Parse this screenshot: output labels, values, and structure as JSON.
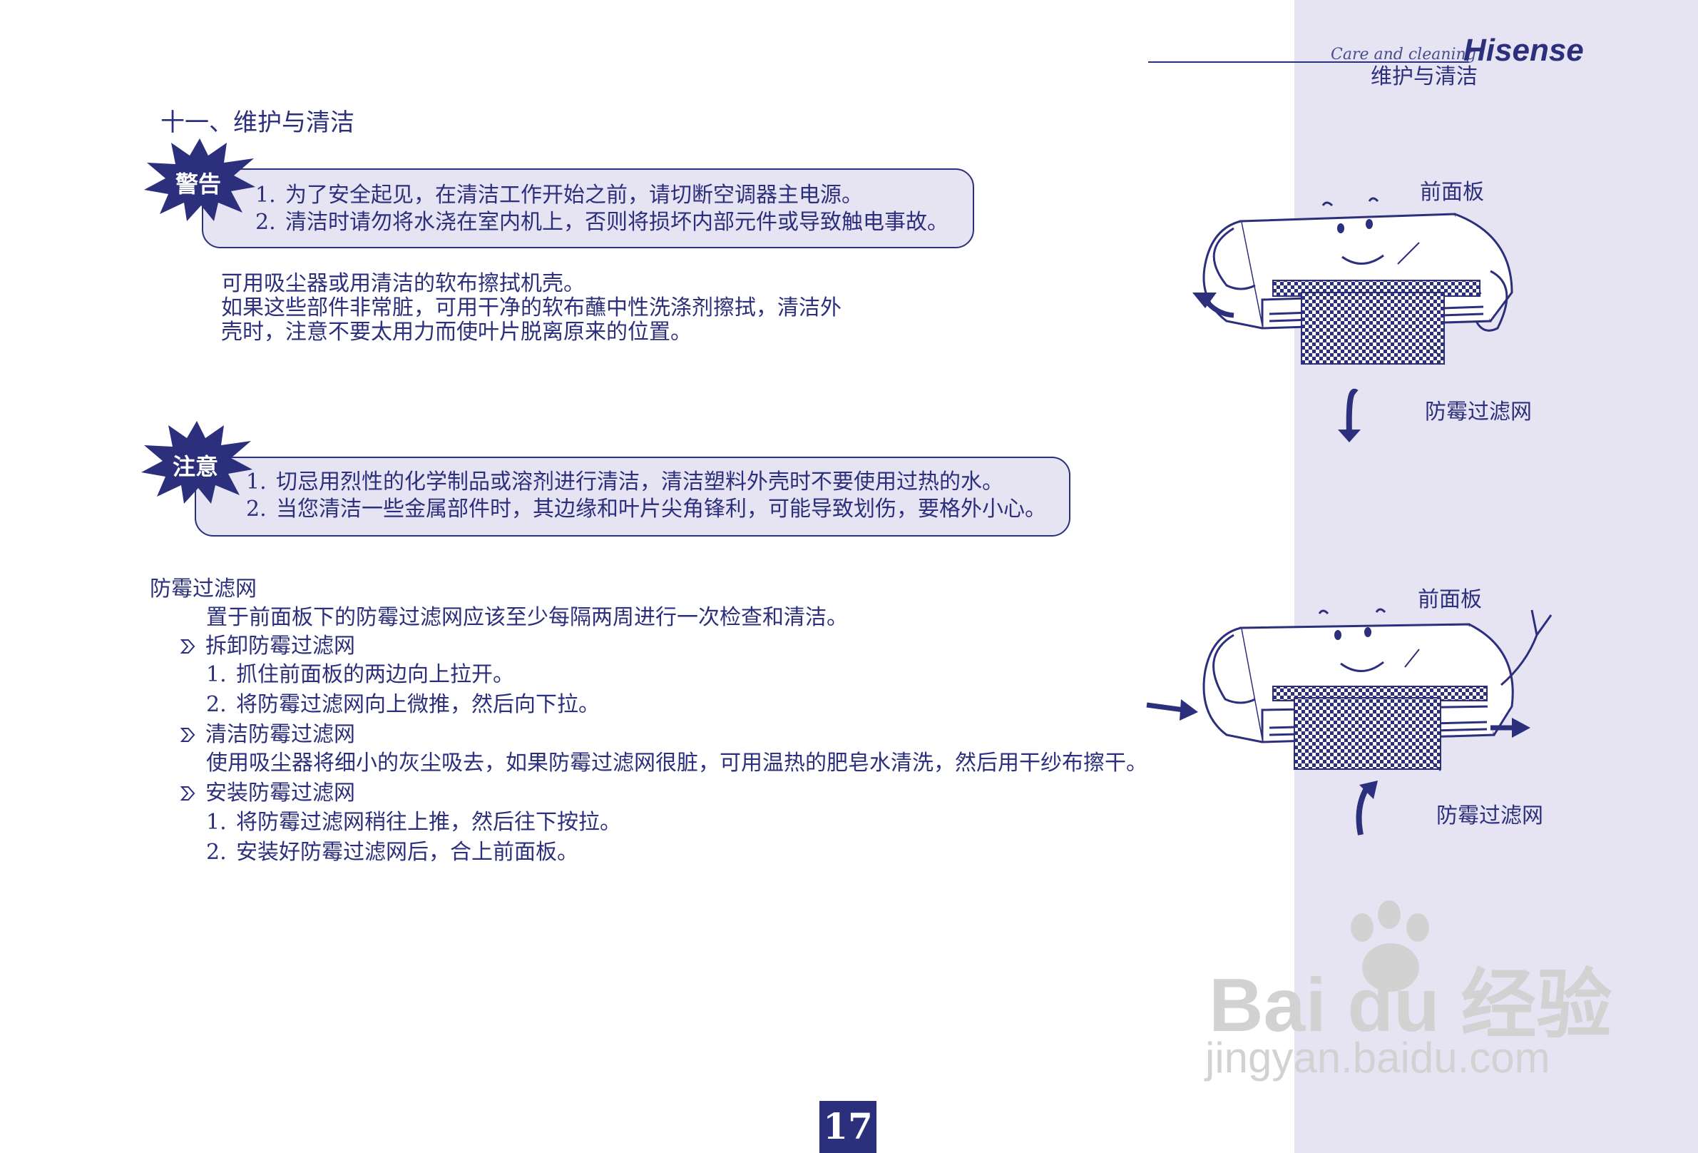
{
  "header": {
    "subtitle_en": "Care and cleaning",
    "brand": "Hisense",
    "subtitle_cn": "维护与清洁"
  },
  "section_title": "十一、维护与清洁",
  "warning": {
    "label": "警告",
    "items": [
      {
        "num": "1.",
        "text": "为了安全起见，在清洁工作开始之前，请切断空调器主电源。"
      },
      {
        "num": "2.",
        "text": "清洁时请勿将水浇在室内机上，否则将损坏内部元件或导致触电事故。"
      }
    ]
  },
  "housing_text": [
    "可用吸尘器或用清洁的软布擦拭机壳。",
    "如果这些部件非常脏，可用干净的软布蘸中性洗涤剂擦拭，清洁外",
    "壳时，注意不要太用力而使叶片脱离原来的位置。"
  ],
  "caution": {
    "label": "注意",
    "items": [
      {
        "num": "1.",
        "text": "切忌用烈性的化学制品或溶剂进行清洁，清洁塑料外壳时不要使用过热的水。"
      },
      {
        "num": "2.",
        "text": "当您清洁一些金属部件时，其边缘和叶片尖角锋利，可能导致划伤，要格外小心。"
      }
    ]
  },
  "filter": {
    "title": "防霉过滤网",
    "intro": "置于前面板下的防霉过滤网应该至少每隔两周进行一次检查和清洁。",
    "remove": {
      "heading": "拆卸防霉过滤网",
      "steps": [
        {
          "num": "1.",
          "text": "抓住前面板的两边向上拉开。"
        },
        {
          "num": "2.",
          "text": "将防霉过滤网向上微推，然后向下拉。"
        }
      ]
    },
    "clean": {
      "heading": "清洁防霉过滤网",
      "text": "使用吸尘器将细小的灰尘吸去，如果防霉过滤网很脏，可用温热的肥皂水清洗，然后用干纱布擦干。"
    },
    "install": {
      "heading": "安装防霉过滤网",
      "steps": [
        {
          "num": "1.",
          "text": "将防霉过滤网稍往上推，然后往下按拉。"
        },
        {
          "num": "2.",
          "text": "安装好防霉过滤网后，合上前面板。"
        }
      ]
    }
  },
  "figure1": {
    "front_panel": "前面板",
    "filter": "防霉过滤网"
  },
  "figure2": {
    "front_panel": "前面板",
    "filter": "防霉过滤网"
  },
  "page_number": "17",
  "watermark": {
    "logo": "Bai du 经验",
    "url": "jingyan.baidu.com"
  },
  "colors": {
    "ink": "#2c2f7c",
    "panel": "#e6e4f3",
    "watermark": "#d2d2d2"
  }
}
